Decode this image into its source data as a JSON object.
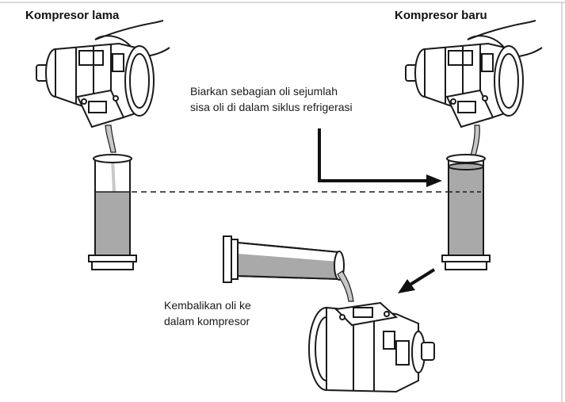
{
  "labels": {
    "old_compressor": "Kompresor lama",
    "new_compressor": "Kompresor baru",
    "leave_oil_line1": "Biarkan sebagian oli sejumlah",
    "leave_oil_line2": "sisa oli di dalam siklus refrigerasi",
    "return_oil_line1": "Kembalikan oli ke",
    "return_oil_line2": "dalam kompresor"
  },
  "colors": {
    "outline": "#1a1a1a",
    "oil": "#a9a9a9",
    "oil_stream": "#c8c8c8",
    "background": "#ffffff"
  }
}
